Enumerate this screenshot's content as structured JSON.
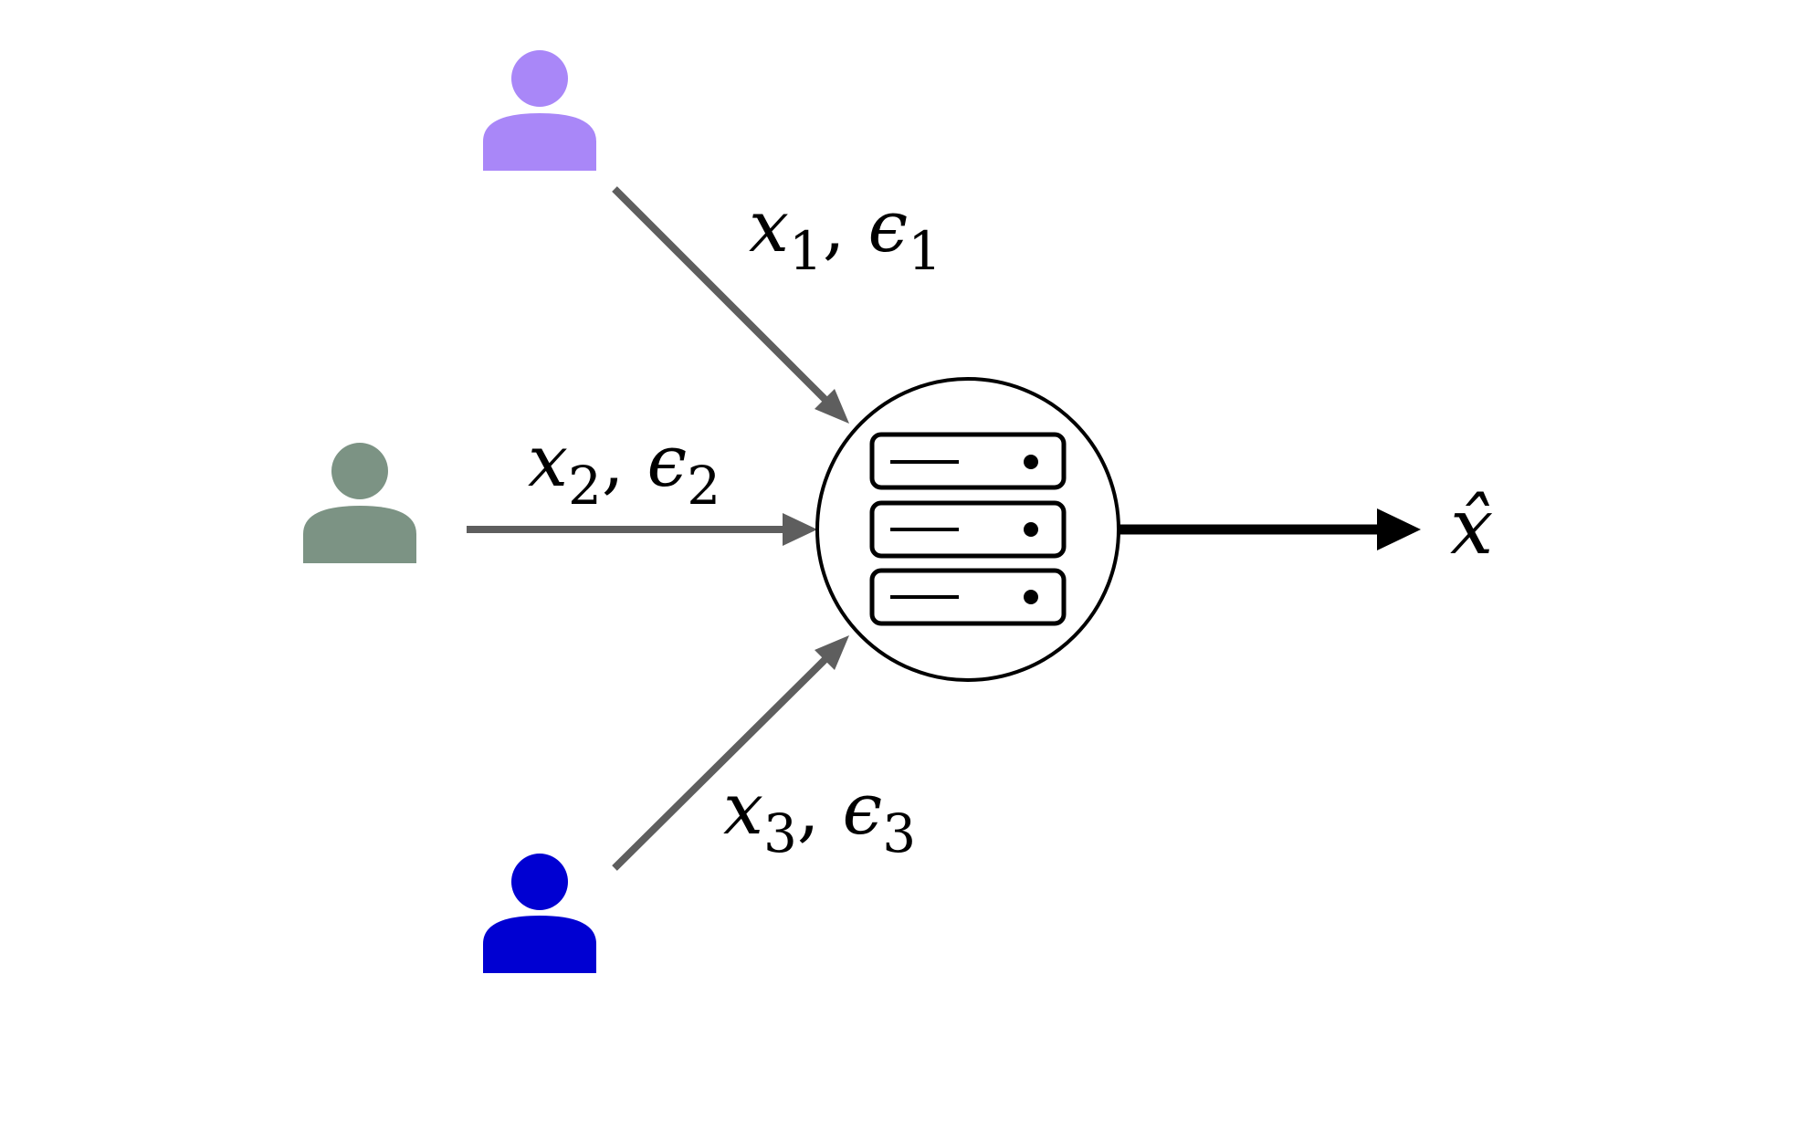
{
  "colors": {
    "user_1": "#a987f8",
    "user_2": "#7c9384",
    "user_3": "#0000d2",
    "input_arrow": "#5e5e5e",
    "output_arrow": "#000000",
    "server_stroke": "#000000",
    "background": "#ffffff"
  },
  "icons": {
    "users": [
      "person-icon",
      "person-icon",
      "person-icon"
    ],
    "server": "server-rack-icon"
  },
  "labels": {
    "edge_1": {
      "var": "x",
      "var_sub": "1",
      "sep": ", ",
      "eps": "ϵ",
      "eps_sub": "1"
    },
    "edge_2": {
      "var": "x",
      "var_sub": "2",
      "sep": ", ",
      "eps": "ϵ",
      "eps_sub": "2"
    },
    "edge_3": {
      "var": "x",
      "var_sub": "3",
      "sep": ", ",
      "eps": "ϵ",
      "eps_sub": "3"
    },
    "output": "x̂"
  }
}
